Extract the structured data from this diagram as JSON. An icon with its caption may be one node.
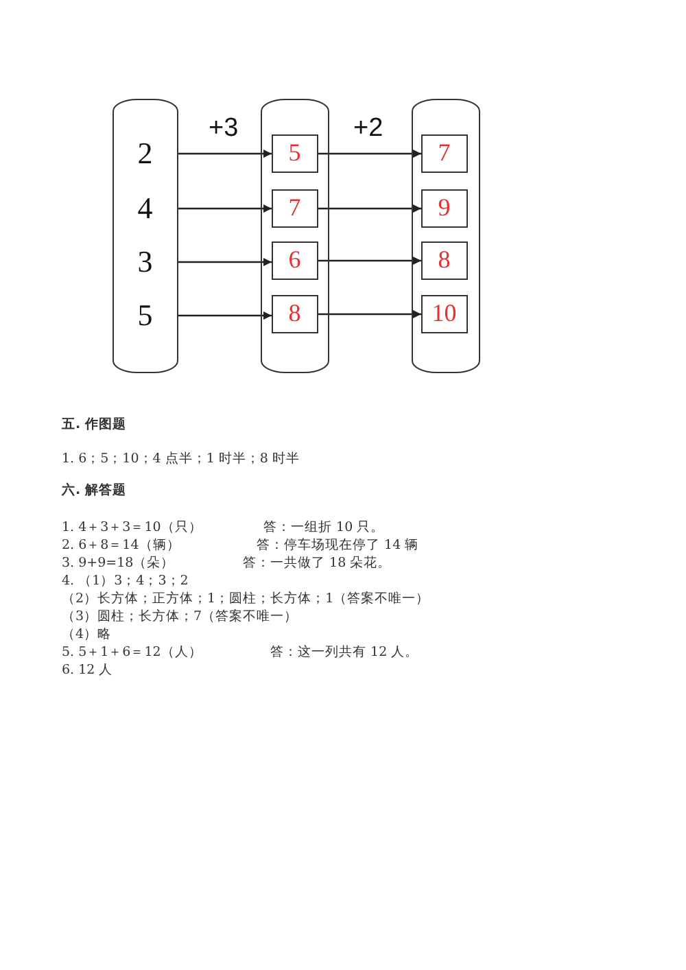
{
  "diagram": {
    "nodes": [
      {
        "text": [],
        "shape": "box"
      },
      {
        "text": [
          "2"
        ],
        "in": 0
      },
      {
        "text": [
          "4"
        ],
        "in": 0
      },
      {
        "text": [
          "3"
        ],
        "in": 0
      },
      {
        "text": [
          "5"
        ],
        "in": 0
      },
      {
        "text": [],
        "shape": "box"
      },
      {
        "text": [
          "5"
        ],
        "in": 5
      },
      {
        "text": [
          "7"
        ],
        "in": 5
      },
      {
        "text": [
          "6"
        ],
        "in": 5
      },
      {
        "text": [
          "8"
        ],
        "in": 5
      },
      {
        "text": [],
        "shape": "box"
      },
      {
        "text": [
          "7"
        ],
        "in": 10
      },
      {
        "text": [
          "9"
        ],
        "in": 10
      },
      {
        "text": [
          "8"
        ],
        "in": 10
      },
      {
        "text": [
          "10"
        ],
        "in": 10
      }
    ],
    "edges": [
      {
        "from": 1,
        "to": 6,
        "arrow": "to",
        "label": "+3"
      },
      {
        "from": 2,
        "to": 7,
        "arrow": "to"
      },
      {
        "from": 3,
        "to": 8,
        "arrow": "to"
      },
      {
        "from": 4,
        "to": 9,
        "arrow": "to"
      },
      {
        "from": 6,
        "to": 11,
        "arrow": "to",
        "label": "+2"
      },
      {
        "from": 7,
        "to": 12,
        "arrow": "to"
      },
      {
        "from": 8,
        "to": 13,
        "arrow": "to"
      },
      {
        "from": 9,
        "to": 14,
        "arrow": "to"
      }
    ],
    "labels": [
      "五. 作图题",
      "1. 6；5；10；4 点半；1 时半；8 时半",
      "六. 解答题",
      "1. 4＋3＋3＝10（只）",
      "答：一组折 10 只。",
      "2. 6＋8＝14（辆）",
      "答：停车场现在停了 14 辆",
      "3. 9+9=18（朵）",
      "答：一共做了 18 朵花。",
      "4. （1）3；4；3；2",
      "（2）长方体；正方体；1；圆柱；长方体；1（答案不唯一）",
      "（3）圆柱；长方体；7（答案不唯一）",
      "（4）略",
      "5. 5＋1＋6＝12（人）",
      "答：这一列共有 12 人。",
      "6. 12 人"
    ]
  }
}
